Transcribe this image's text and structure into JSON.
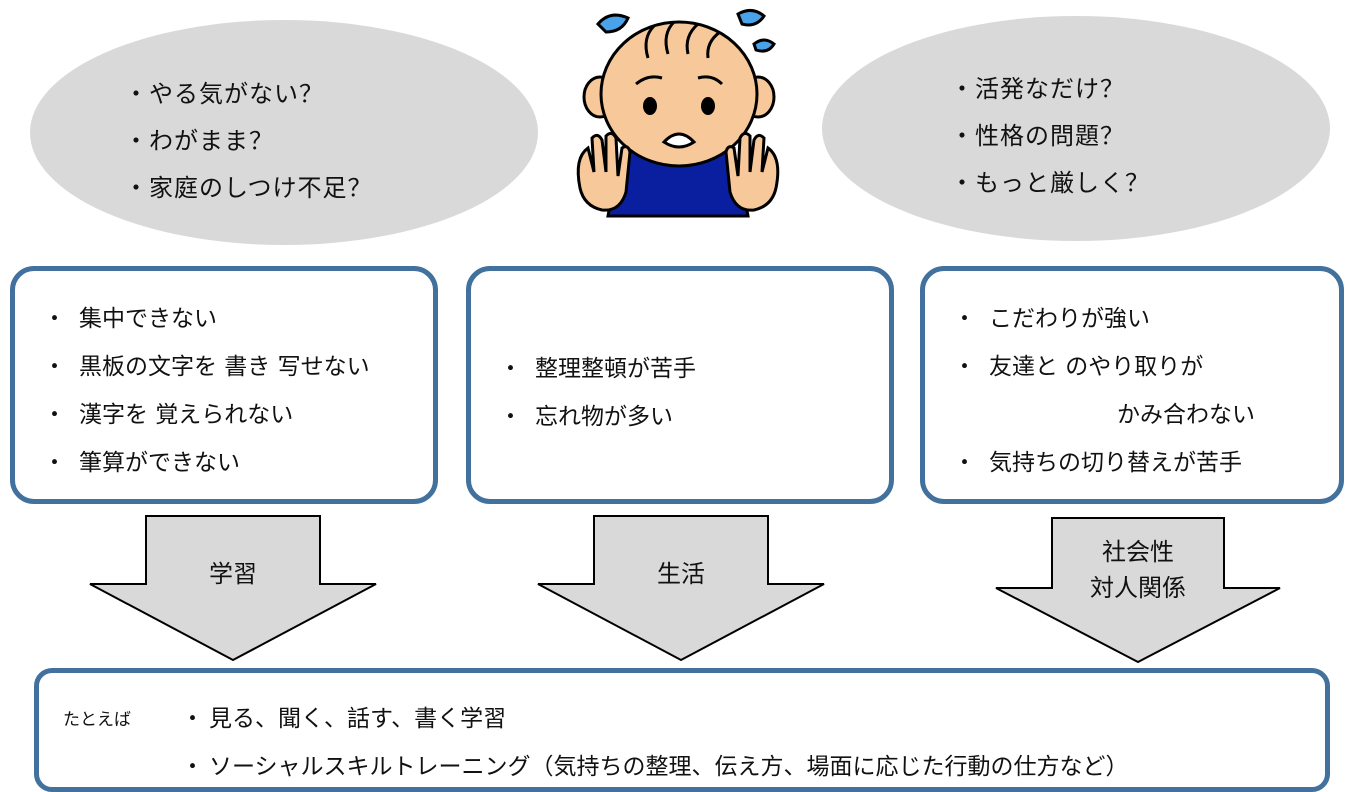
{
  "bubbles": {
    "left": [
      "・やる気がない？",
      "・わがまま？",
      "・家庭のしつけ不足？"
    ],
    "right": [
      "・活発なだけ？",
      "・性格の問題？",
      "・もっと厳しく？"
    ]
  },
  "boxes": [
    {
      "items": [
        "集中できない",
        "黒板の文字を 書き 写せない",
        "漢字を 覚えられない",
        "筆算ができない"
      ]
    },
    {
      "items": [
        "整理整頓が苦手",
        "忘れ物が多い"
      ]
    },
    {
      "items": [
        "こだわりが強い",
        "友達と のやり取りが"
      ],
      "continuation": "かみ合わない",
      "last": "気持ちの切り替えが苦手"
    }
  ],
  "bullet": "・",
  "arrows": [
    {
      "label_lines": [
        "学習"
      ]
    },
    {
      "label_lines": [
        "生活"
      ]
    },
    {
      "label_lines": [
        "社会性",
        "対人関係"
      ]
    }
  ],
  "bottom": {
    "example_label": "たとえば",
    "items": [
      "見る、聞く、話す、書く学習",
      "ソーシャルスキルトレーニング（気持ちの整理、伝え方、場面に応じた行動の仕方など）"
    ]
  },
  "colors": {
    "bubble_fill": "#d9d9d9",
    "box_border": "#41719c",
    "arrow_fill": "#d9d9d9",
    "shirt": "#0a1fa0",
    "skin": "#f7c99a"
  },
  "icons": {
    "worried_child": "worried-child-icon"
  }
}
